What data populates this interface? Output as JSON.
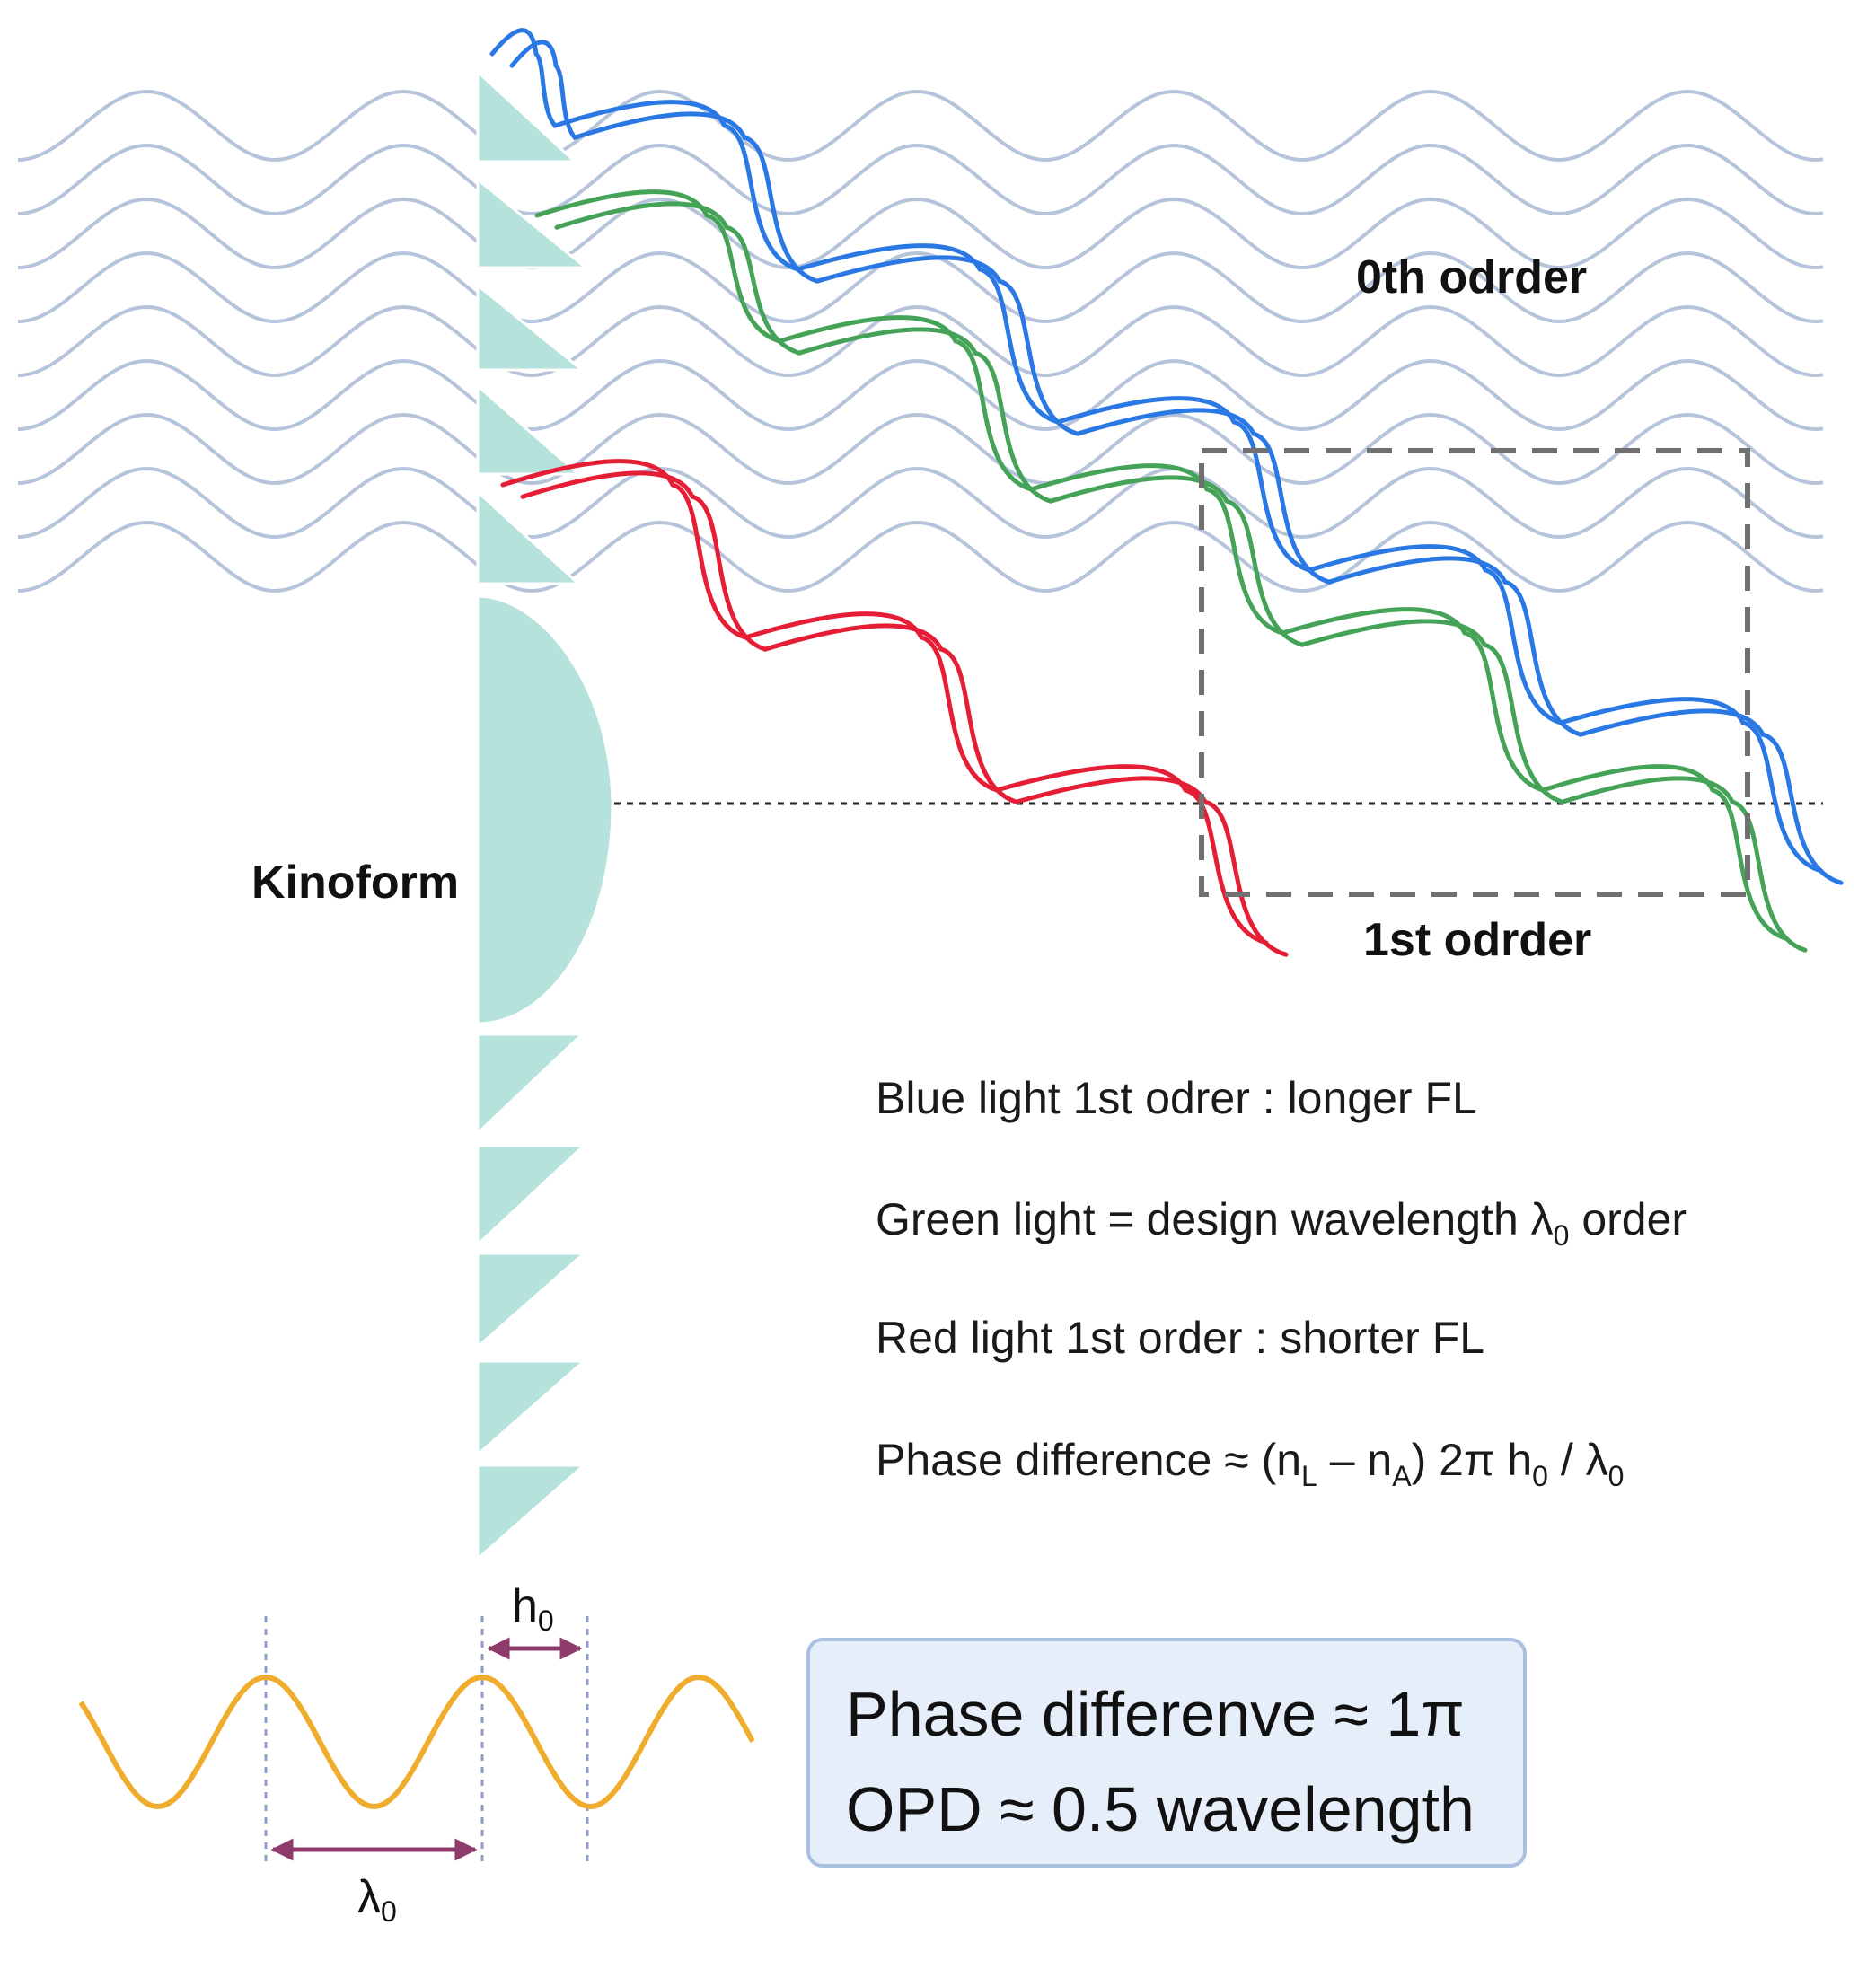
{
  "labels": {
    "zeroth_order": "0th odrder",
    "first_order": "1st odrder",
    "kinoform": "Kinoform",
    "h0_main": "h",
    "h0_sub": "0",
    "lambda0_main": "λ",
    "lambda0_sub": "0"
  },
  "notes": {
    "blue": "Blue light 1st odrer : longer FL",
    "green_pre": "Green light = design wavelength λ",
    "green_sub": "0",
    "green_post": " order",
    "red": "Red light 1st order : shorter FL",
    "phase_a": "Phase difference ≈ (n",
    "phase_sub_L": "L",
    "phase_b": " – n",
    "phase_sub_A": "A",
    "phase_c": ") 2π h",
    "phase_sub_h": "0",
    "phase_d": " / λ",
    "phase_sub_l": "0"
  },
  "result_box": {
    "line1": "Phase differenve ≈ 1π",
    "line2": "OPD ≈ 0.5 wavelength"
  },
  "colors": {
    "background_wave": "#b6c4db",
    "kinoform_fill": "#b6e2dc",
    "blue_ray": "#2a78e4",
    "green_ray": "#45a358",
    "red_ray": "#e51e35",
    "reference_wave": "#f0ad2d",
    "dimension_arrow": "#8e3a6a",
    "dashed_box": "#707070",
    "guide_line": "#8f9bc8",
    "result_box_bg": "#e6eef9",
    "result_box_border": "#a9bfdf"
  }
}
